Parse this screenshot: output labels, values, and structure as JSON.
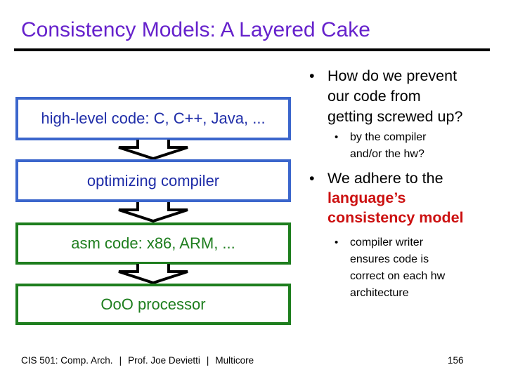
{
  "slide": {
    "title": "Consistency Models: A Layered Cake",
    "bullet_marker": "•"
  },
  "diagram": {
    "layers": [
      {
        "label": "high-level code: C, C++, Java, ...",
        "color": "blue"
      },
      {
        "label": "optimizing compiler",
        "color": "blue"
      },
      {
        "label": "asm code: x86, ARM, ...",
        "color": "green"
      },
      {
        "label": "OoO processor",
        "color": "green"
      }
    ],
    "arrow_icon": "down-block-arrow"
  },
  "right": {
    "bullet1": {
      "lines": [
        "How do we prevent",
        "our code from",
        "getting screwed up?"
      ]
    },
    "sub1": {
      "lines": [
        "by the compiler",
        "and/or the hw?"
      ]
    },
    "bullet2": {
      "plain": "We adhere to the",
      "highlight_lines": [
        "language’s",
        "consistency model"
      ]
    },
    "sub2": {
      "lines": [
        "compiler writer",
        "ensures code is",
        "correct on each hw",
        "architecture"
      ]
    }
  },
  "footer": {
    "course": "CIS 501: Comp. Arch.",
    "separator": "|",
    "professor": "Prof. Joe Devietti",
    "topic": "Multicore",
    "page": "156"
  },
  "colors": {
    "title_purple": "#6622cc",
    "blue_border": "#3b66cc",
    "blue_text": "#1f2da8",
    "green": "#1e7e1e",
    "red_highlight": "#cc1111",
    "black": "#000000"
  }
}
